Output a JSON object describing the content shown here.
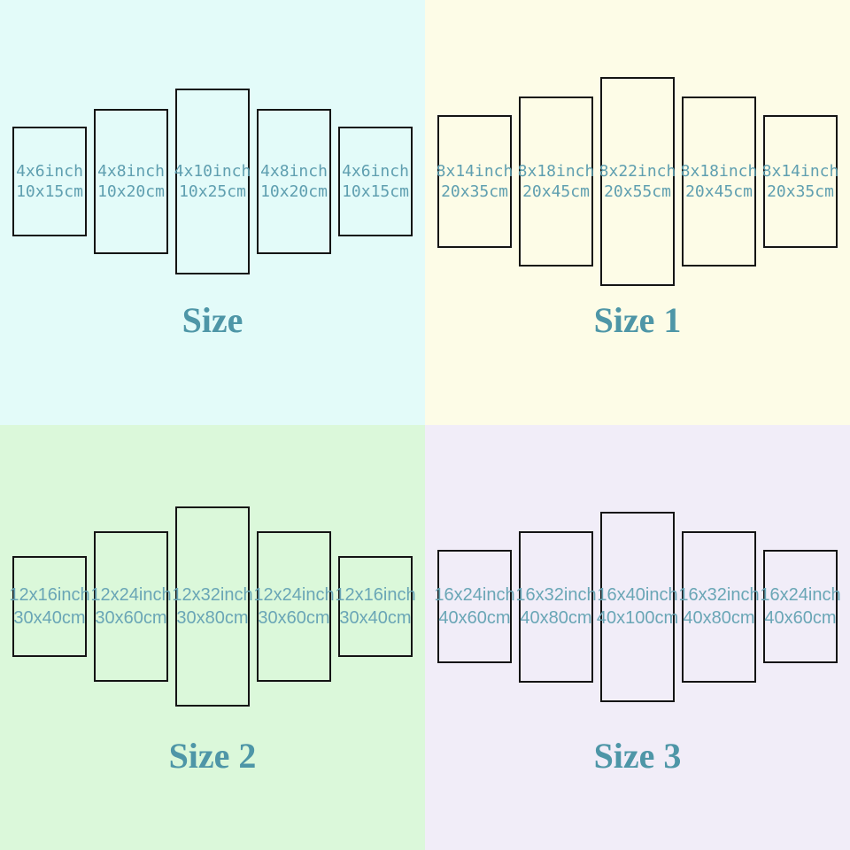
{
  "colors": {
    "panel_border": "#141414",
    "panel_text_top": "#5f9fb0",
    "panel_text_bottom": "#6aa6b6",
    "title_text": "#4e96a7"
  },
  "quadrants": [
    {
      "title": "Size",
      "bg": "#e3fbf9",
      "panels": [
        {
          "line1": "4x6inch",
          "line2": "10x15cm"
        },
        {
          "line1": "4x8inch",
          "line2": "10x20cm"
        },
        {
          "line1": "4x10inch",
          "line2": "10x25cm"
        },
        {
          "line1": "4x8inch",
          "line2": "10x20cm"
        },
        {
          "line1": "4x6inch",
          "line2": "10x15cm"
        }
      ]
    },
    {
      "title": "Size 1",
      "bg": "#fdfce7",
      "panels": [
        {
          "line1": "8x14inch",
          "line2": "20x35cm"
        },
        {
          "line1": "8x18inch",
          "line2": "20x45cm"
        },
        {
          "line1": "8x22inch",
          "line2": "20x55cm"
        },
        {
          "line1": "8x18inch",
          "line2": "20x45cm"
        },
        {
          "line1": "8x14inch",
          "line2": "20x35cm"
        }
      ]
    },
    {
      "title": "Size 2",
      "bg": "#dbf8da",
      "panels": [
        {
          "line1": "12x16inch",
          "line2": "30x40cm"
        },
        {
          "line1": "12x24inch",
          "line2": "30x60cm"
        },
        {
          "line1": "12x32inch",
          "line2": "30x80cm"
        },
        {
          "line1": "12x24inch",
          "line2": "30x60cm"
        },
        {
          "line1": "12x16inch",
          "line2": "30x40cm"
        }
      ]
    },
    {
      "title": "Size 3",
      "bg": "#f1edf8",
      "panels": [
        {
          "line1": "16x24inch",
          "line2": "40x60cm"
        },
        {
          "line1": "16x32inch",
          "line2": "40x80cm"
        },
        {
          "line1": "16x40inch",
          "line2": "40x100cm"
        },
        {
          "line1": "16x32inch",
          "line2": "40x80cm"
        },
        {
          "line1": "16x24inch",
          "line2": "40x60cm"
        }
      ]
    }
  ]
}
